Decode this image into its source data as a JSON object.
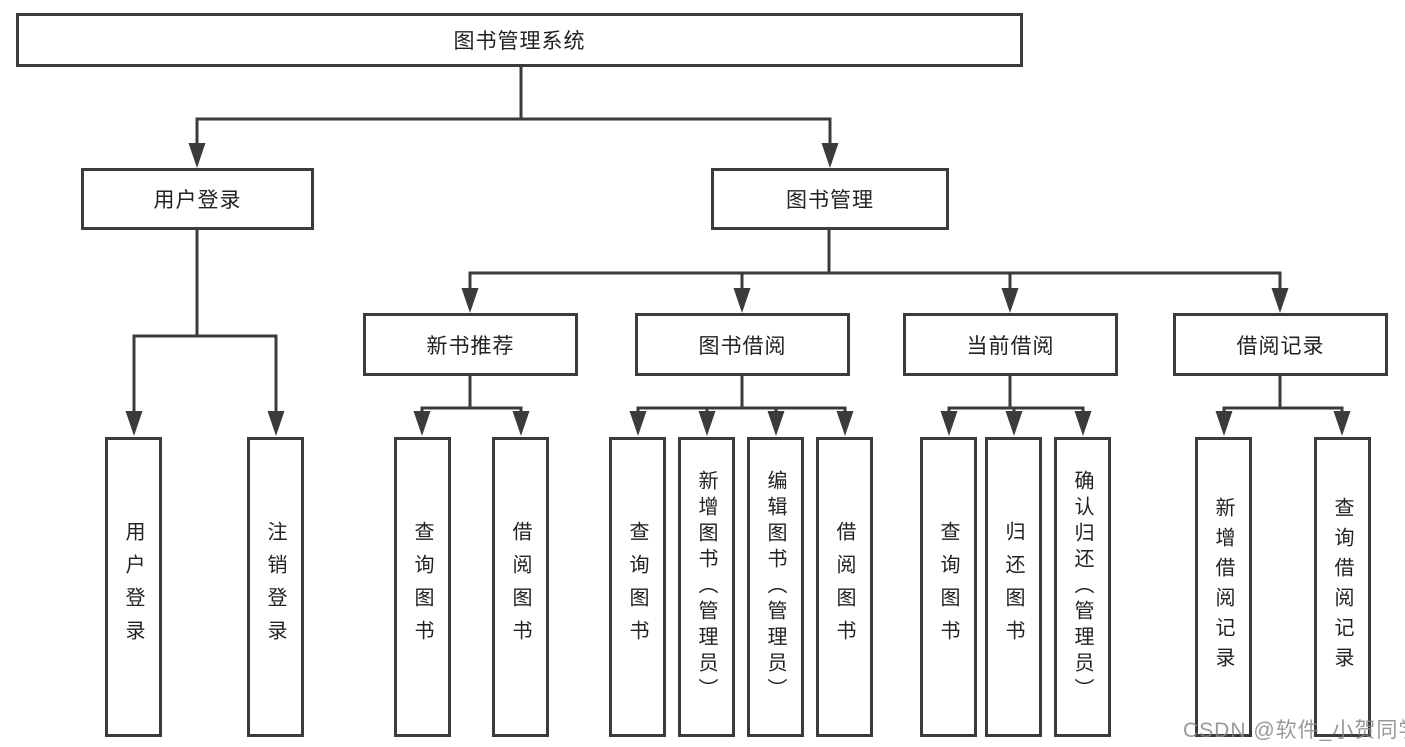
{
  "colors": {
    "line": "#3b3b3b",
    "box_border": "#3b3b3b",
    "box_background": "#ffffff",
    "text": "#222222",
    "watermark_text": "#878787",
    "page_background": "#ffffff"
  },
  "watermark": "CSDN @软件_小贺同学",
  "tree": {
    "root": "图书管理系统",
    "user_login": {
      "label": "用户登录",
      "children": [
        "用户登录",
        "注销登录"
      ]
    },
    "book_management": {
      "label": "图书管理",
      "sections": [
        {
          "label": "新书推荐",
          "children": [
            "查询图书",
            "借阅图书"
          ]
        },
        {
          "label": "图书借阅",
          "children": [
            "查询图书",
            "新增图书（管理员）",
            "编辑图书（管理员）",
            "借阅图书"
          ]
        },
        {
          "label": "当前借阅",
          "children": [
            "查询图书",
            "归还图书",
            "确认归还（管理员）"
          ]
        },
        {
          "label": "借阅记录",
          "children": [
            "新增借阅记录",
            "查询借阅记录"
          ]
        }
      ]
    }
  }
}
